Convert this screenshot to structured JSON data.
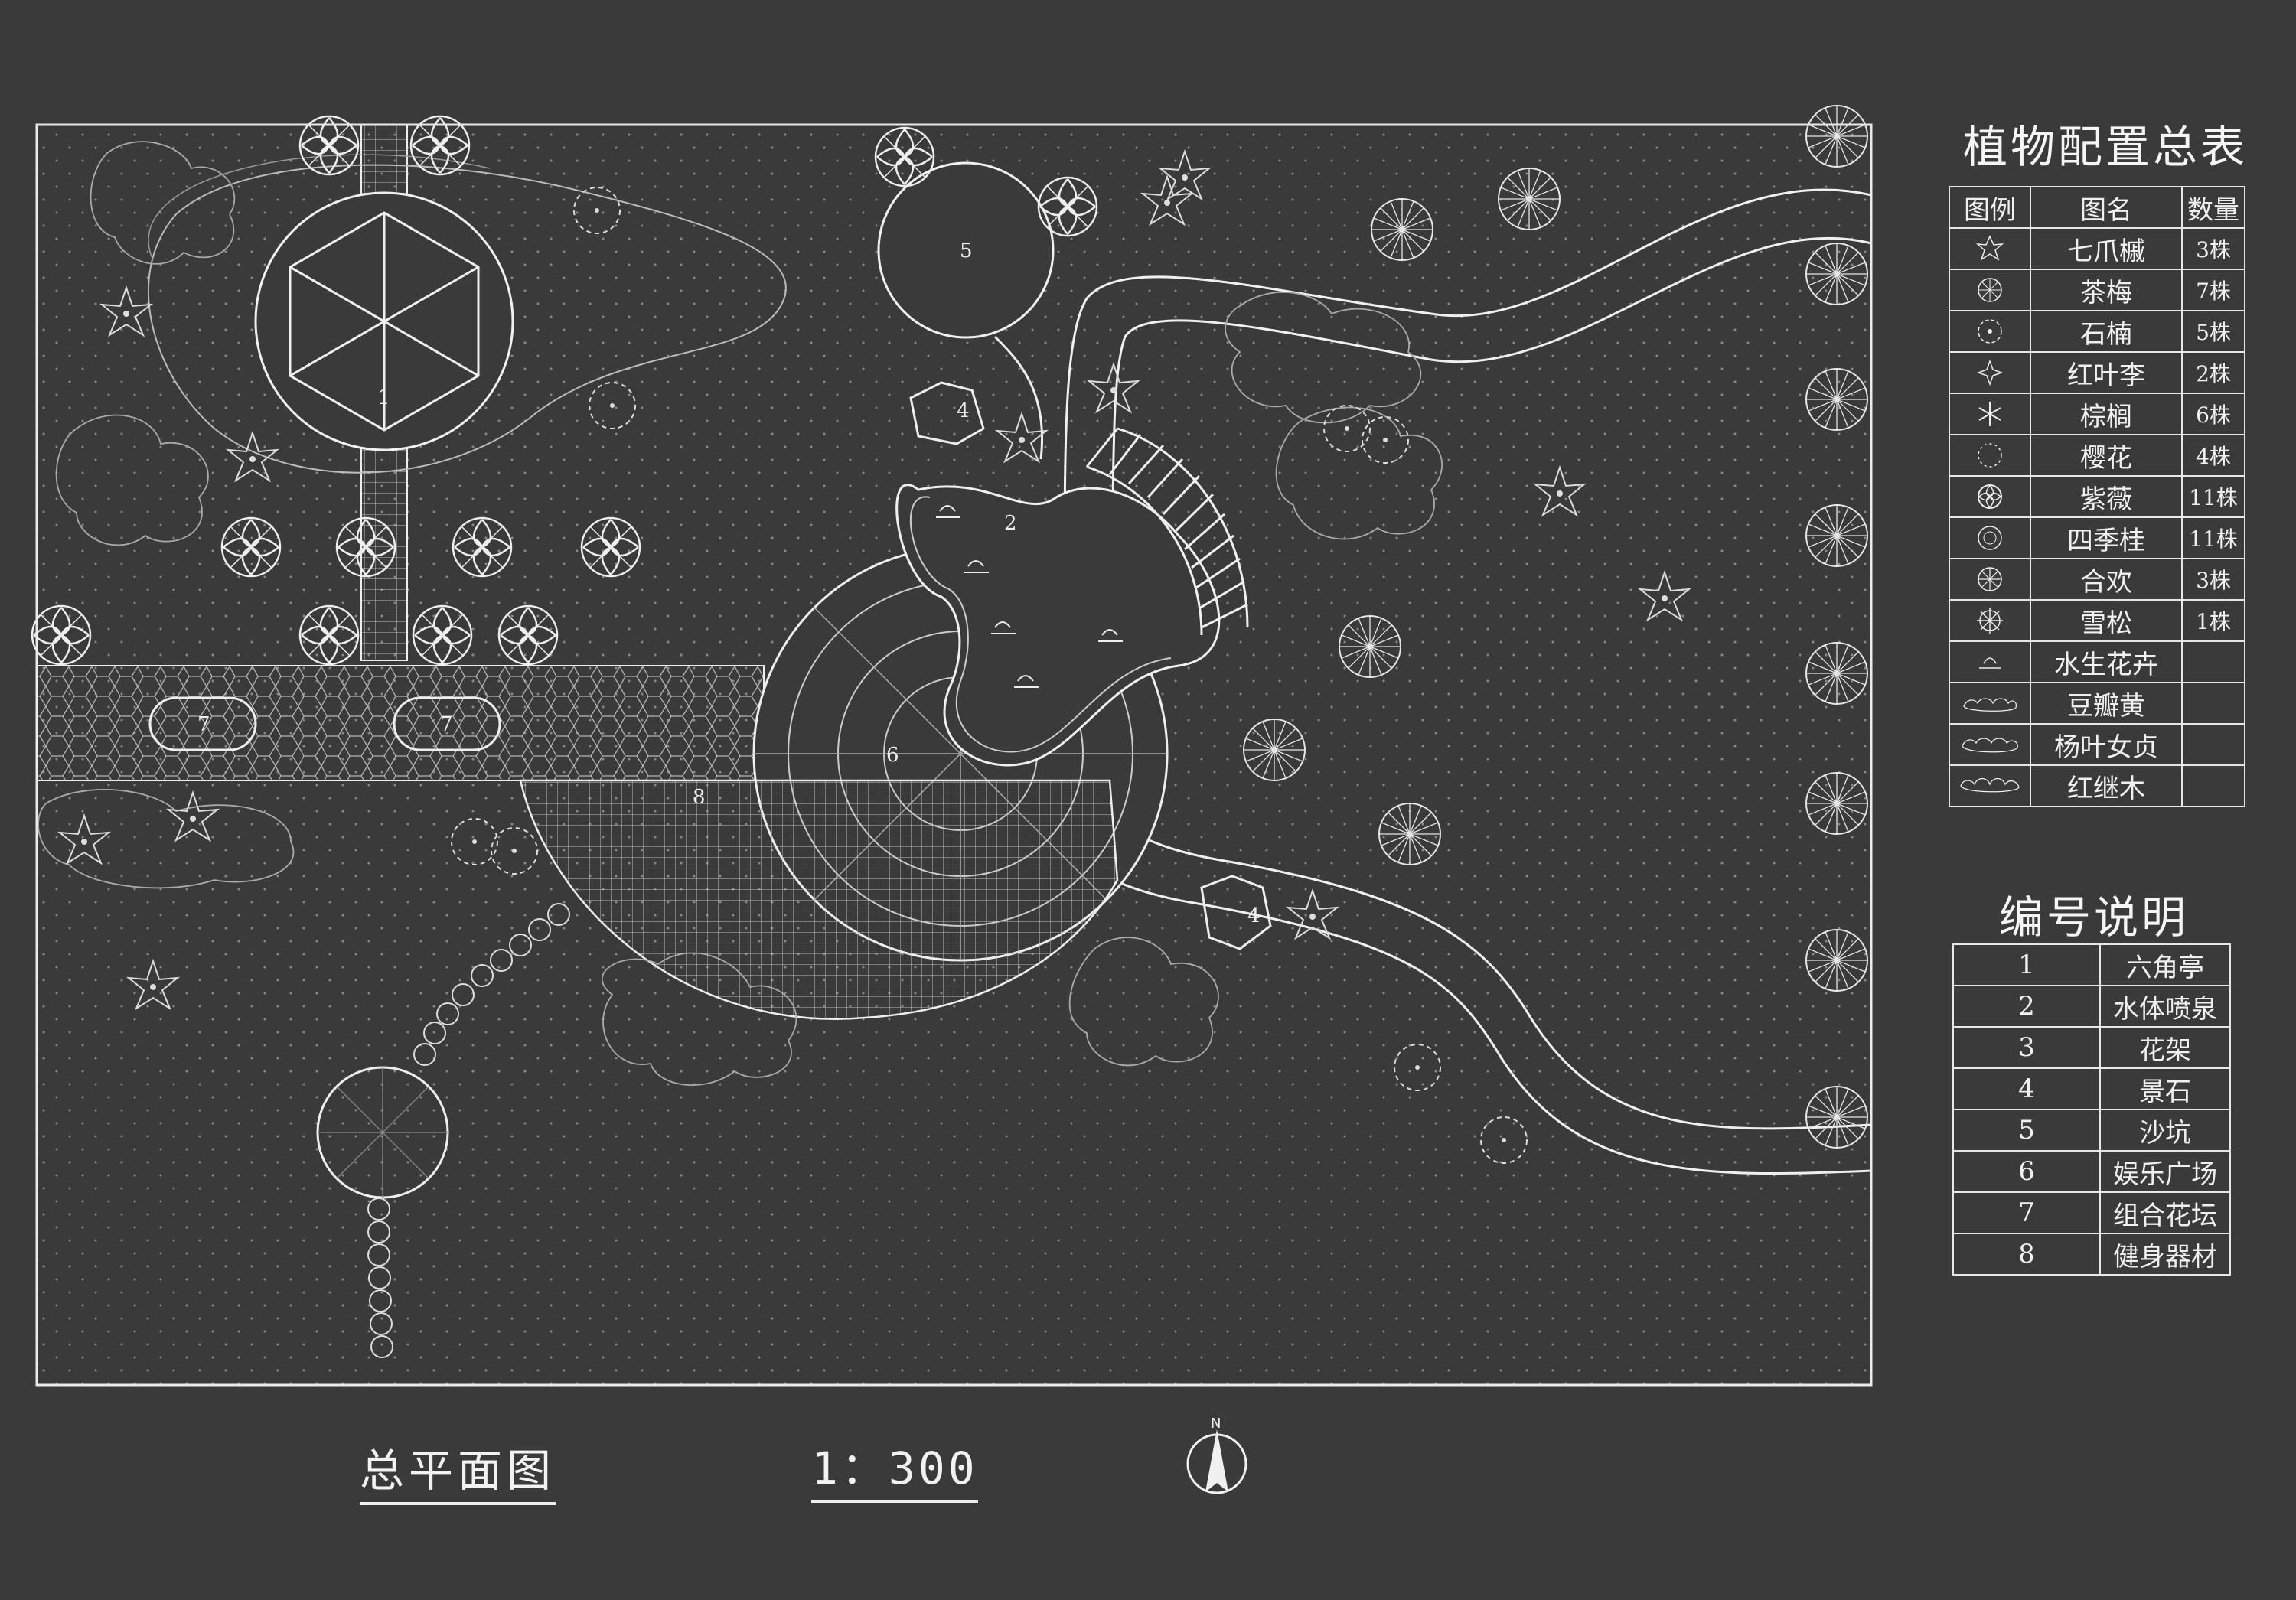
{
  "plan": {
    "title": "总平面图",
    "scale": "1：300",
    "north_label": "N",
    "labels": [
      "1",
      "2",
      "4",
      "4",
      "5",
      "6",
      "7",
      "7",
      "8"
    ]
  },
  "plant_table": {
    "title": "植物配置总表",
    "headers": [
      "图例",
      "图名",
      "数量"
    ],
    "rows": [
      {
        "name": "七爪槭",
        "qty": "3株",
        "icon": "maple-icon"
      },
      {
        "name": "茶梅",
        "qty": "7株",
        "icon": "camellia-icon"
      },
      {
        "name": "石楠",
        "qty": "5株",
        "icon": "photinia-icon"
      },
      {
        "name": "红叶李",
        "qty": "2株",
        "icon": "red-plum-icon"
      },
      {
        "name": "棕榈",
        "qty": "6株",
        "icon": "palm-icon"
      },
      {
        "name": "樱花",
        "qty": "4株",
        "icon": "cherry-icon"
      },
      {
        "name": "紫薇",
        "qty": "11株",
        "icon": "crape-myrtle-icon"
      },
      {
        "name": "四季桂",
        "qty": "11株",
        "icon": "osmanthus-icon"
      },
      {
        "name": "合欢",
        "qty": "3株",
        "icon": "albizia-icon"
      },
      {
        "name": "雪松",
        "qty": "1株",
        "icon": "cedar-icon"
      },
      {
        "name": "水生花卉",
        "qty": "",
        "icon": "aquatic-flower-icon"
      },
      {
        "name": "豆瓣黄",
        "qty": "",
        "icon": "shrub-icon"
      },
      {
        "name": "杨叶女贞",
        "qty": "",
        "icon": "privet-icon"
      },
      {
        "name": "红继木",
        "qty": "",
        "icon": "loropetalum-icon"
      }
    ]
  },
  "code_table": {
    "title": "编号说明",
    "rows": [
      {
        "no": "1",
        "name": "六角亭"
      },
      {
        "no": "2",
        "name": "水体喷泉"
      },
      {
        "no": "3",
        "name": "花架"
      },
      {
        "no": "4",
        "name": "景石"
      },
      {
        "no": "5",
        "name": "沙坑"
      },
      {
        "no": "6",
        "name": "娱乐广场"
      },
      {
        "no": "7",
        "name": "组合花坛"
      },
      {
        "no": "8",
        "name": "健身器材"
      }
    ]
  }
}
